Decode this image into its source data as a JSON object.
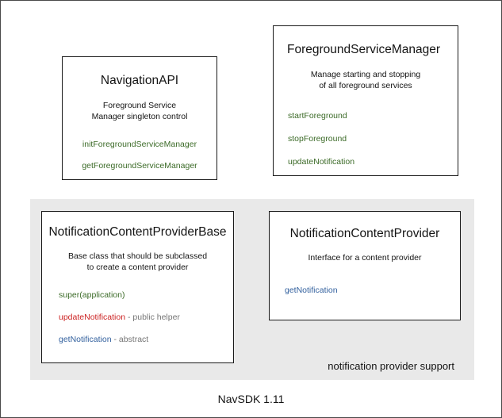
{
  "diagram": {
    "footer_caption": "NavSDK 1.11",
    "colors": {
      "method_green": "#3c6b28",
      "method_red": "#cc2222",
      "method_blue": "#33619e",
      "note_gray": "#757575",
      "group_background": "#e9e9e9",
      "box_border": "#1a1a1a",
      "text": "#141414",
      "page_border": "#4a4a4a"
    },
    "group": {
      "label": "notification provider support"
    },
    "boxes": [
      {
        "id": "navigation-api",
        "title": "NavigationAPI",
        "description_lines": [
          "Foreground Service",
          "Manager singleton control"
        ],
        "members": [
          {
            "name": "initForegroundServiceManager",
            "note": "",
            "color": "#3c6b28"
          },
          {
            "name": "getForegroundServiceManager",
            "note": "",
            "color": "#3c6b28"
          }
        ]
      },
      {
        "id": "foreground-service-manager",
        "title": "ForegroundServiceManager",
        "description_lines": [
          "Manage starting and stopping",
          "of all foreground services"
        ],
        "members": [
          {
            "name": "startForeground",
            "note": "",
            "color": "#3c6b28"
          },
          {
            "name": "stopForeground",
            "note": "",
            "color": "#3c6b28"
          },
          {
            "name": "updateNotification",
            "note": "",
            "color": "#3c6b28"
          }
        ]
      },
      {
        "id": "notification-content-provider-base",
        "title": "NotificationContentProviderBase",
        "description_lines": [
          "Base class that should be subclassed",
          "to create a content provider"
        ],
        "members": [
          {
            "name": "super(application)",
            "note": "",
            "color": "#3c6b28"
          },
          {
            "name": "updateNotification",
            "note": " - public helper",
            "color": "#cc2222"
          },
          {
            "name": "getNotification",
            "note": " - abstract",
            "color": "#33619e"
          }
        ]
      },
      {
        "id": "notification-content-provider",
        "title": "NotificationContentProvider",
        "description_lines": [
          "Interface for a content provider"
        ],
        "members": [
          {
            "name": "getNotification",
            "note": "",
            "color": "#33619e"
          }
        ]
      }
    ]
  }
}
